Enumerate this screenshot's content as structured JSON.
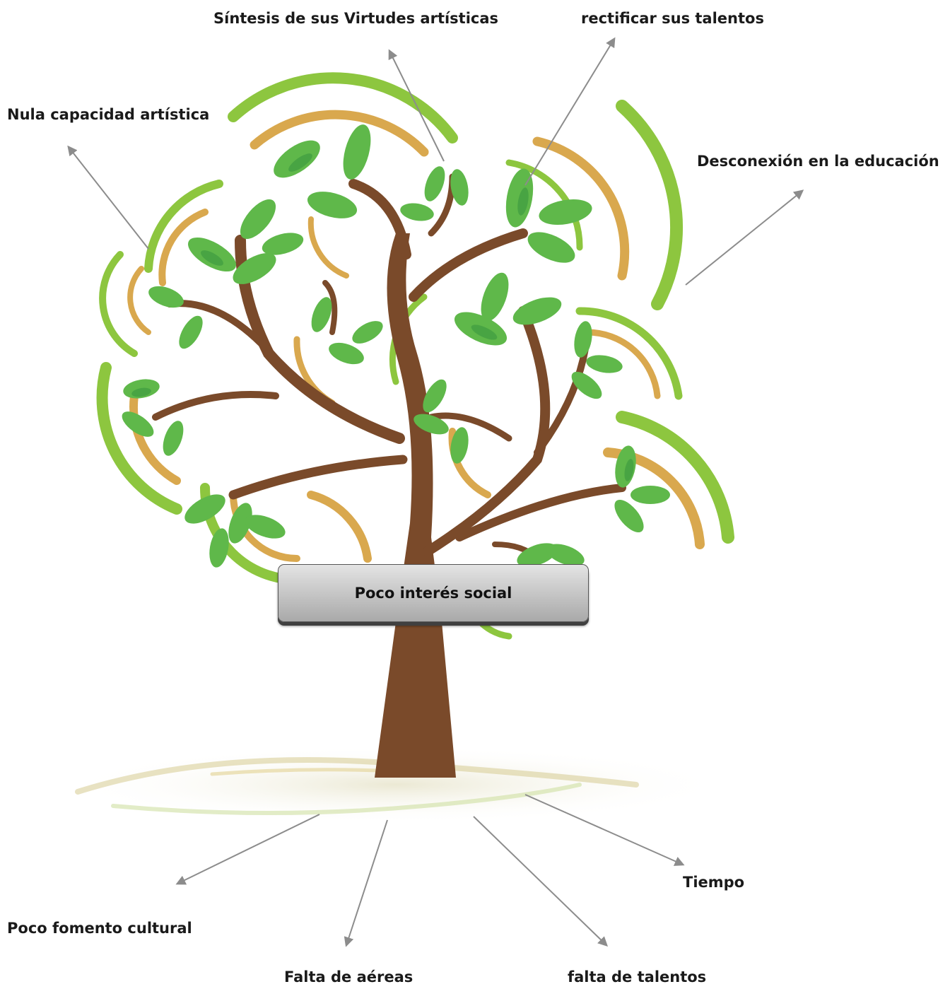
{
  "center_label": "Poco interés social",
  "top_labels": {
    "nula": "Nula capacidad artística",
    "sintesis": "Síntesis de sus Virtudes artísticas",
    "rectificar": "rectificar  sus  talentos",
    "desconexion": "Desconexión en la educación"
  },
  "bottom_labels": {
    "fomento": "Poco fomento cultural",
    "aereas": "Falta de aéreas",
    "talentos": "falta de talentos",
    "tiempo": "Tiempo"
  },
  "colors": {
    "leaf": "#5fb84a",
    "leaf_dark": "#2e8b3a",
    "swirl_green": "#8dc63f",
    "swirl_gold": "#d9a84e",
    "trunk": "#7a4a2a",
    "arrow": "#8c8c8c"
  }
}
